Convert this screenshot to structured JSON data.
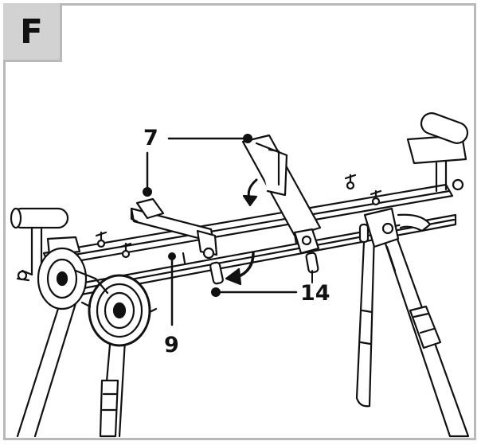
{
  "figure": {
    "panel_letter": "F",
    "callouts": [
      {
        "id": "c7",
        "label": "7"
      },
      {
        "id": "c14",
        "label": "14"
      },
      {
        "id": "c9",
        "label": "9"
      }
    ]
  },
  "colors": {
    "ink": "#111111",
    "frame": "#b9b9b9",
    "tag_bg": "#d2d2d2"
  }
}
